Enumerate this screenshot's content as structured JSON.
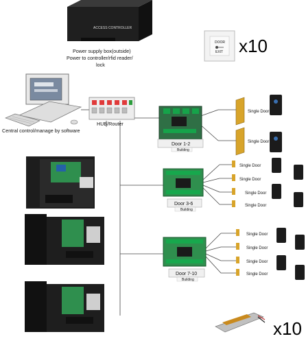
{
  "power_box": {
    "panel_label": "ACCESS CONTROLLER",
    "caption_line1": "Power supply box(outside)",
    "caption_line2": "Power to controller/rfid reader/",
    "caption_line3": "lock"
  },
  "exit_button": {
    "text_line1": "DOOR",
    "text_line2": "EXIT",
    "multiplier": "x10"
  },
  "computer": {
    "caption": "Central control/manage by software"
  },
  "hub": {
    "caption": "HUB/Router"
  },
  "controllers": [
    {
      "title": "Door 1-2",
      "subtitle": "Building"
    },
    {
      "title": "Door 3-6",
      "subtitle": "Building"
    },
    {
      "title": "Door 7-10",
      "subtitle": "Building"
    }
  ],
  "door_label": "Single Door",
  "strike": {
    "multiplier": "x10"
  },
  "colors": {
    "box_dark": "#222222",
    "board_green": "#2f8f4e",
    "door_gold": "#d8a42a",
    "reader_dark": "#1b1b1b",
    "line": "#444444"
  }
}
